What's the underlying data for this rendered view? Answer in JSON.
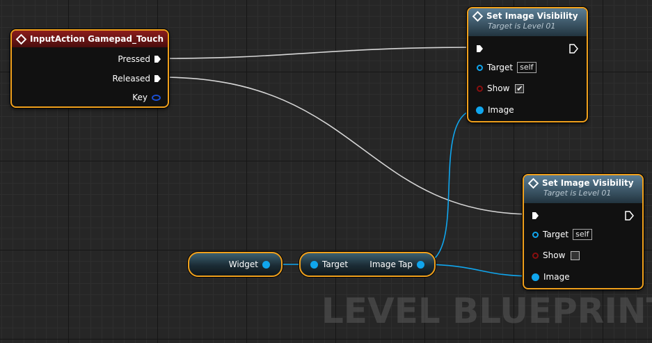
{
  "watermark": "LEVEL BLUEPRINT",
  "input_node": {
    "title": "InputAction Gamepad_Touch",
    "pins": {
      "pressed": "Pressed",
      "released": "Released",
      "key": "Key"
    }
  },
  "set_vis_1": {
    "title": "Set Image Visibility",
    "subtitle": "Target is Level 01",
    "pins": {
      "target": "Target",
      "target_value": "self",
      "show": "Show",
      "show_checked": true,
      "image": "Image"
    }
  },
  "set_vis_2": {
    "title": "Set Image Visibility",
    "subtitle": "Target is Level 01",
    "pins": {
      "target": "Target",
      "target_value": "self",
      "show": "Show",
      "show_checked": false,
      "image": "Image"
    }
  },
  "widget_node": {
    "label": "Widget"
  },
  "image_tap_node": {
    "target": "Target",
    "output": "Image Tap"
  },
  "colors": {
    "selection": "#f0a01c",
    "object_pin": "#10a6ee",
    "bool_pin": "#8a0f0f",
    "exec_wire": "#d8d8d8"
  },
  "icons": {
    "function": "diamond-icon",
    "exec": "exec-pin-icon",
    "object": "object-pin-icon",
    "bool": "bool-pin-icon"
  }
}
